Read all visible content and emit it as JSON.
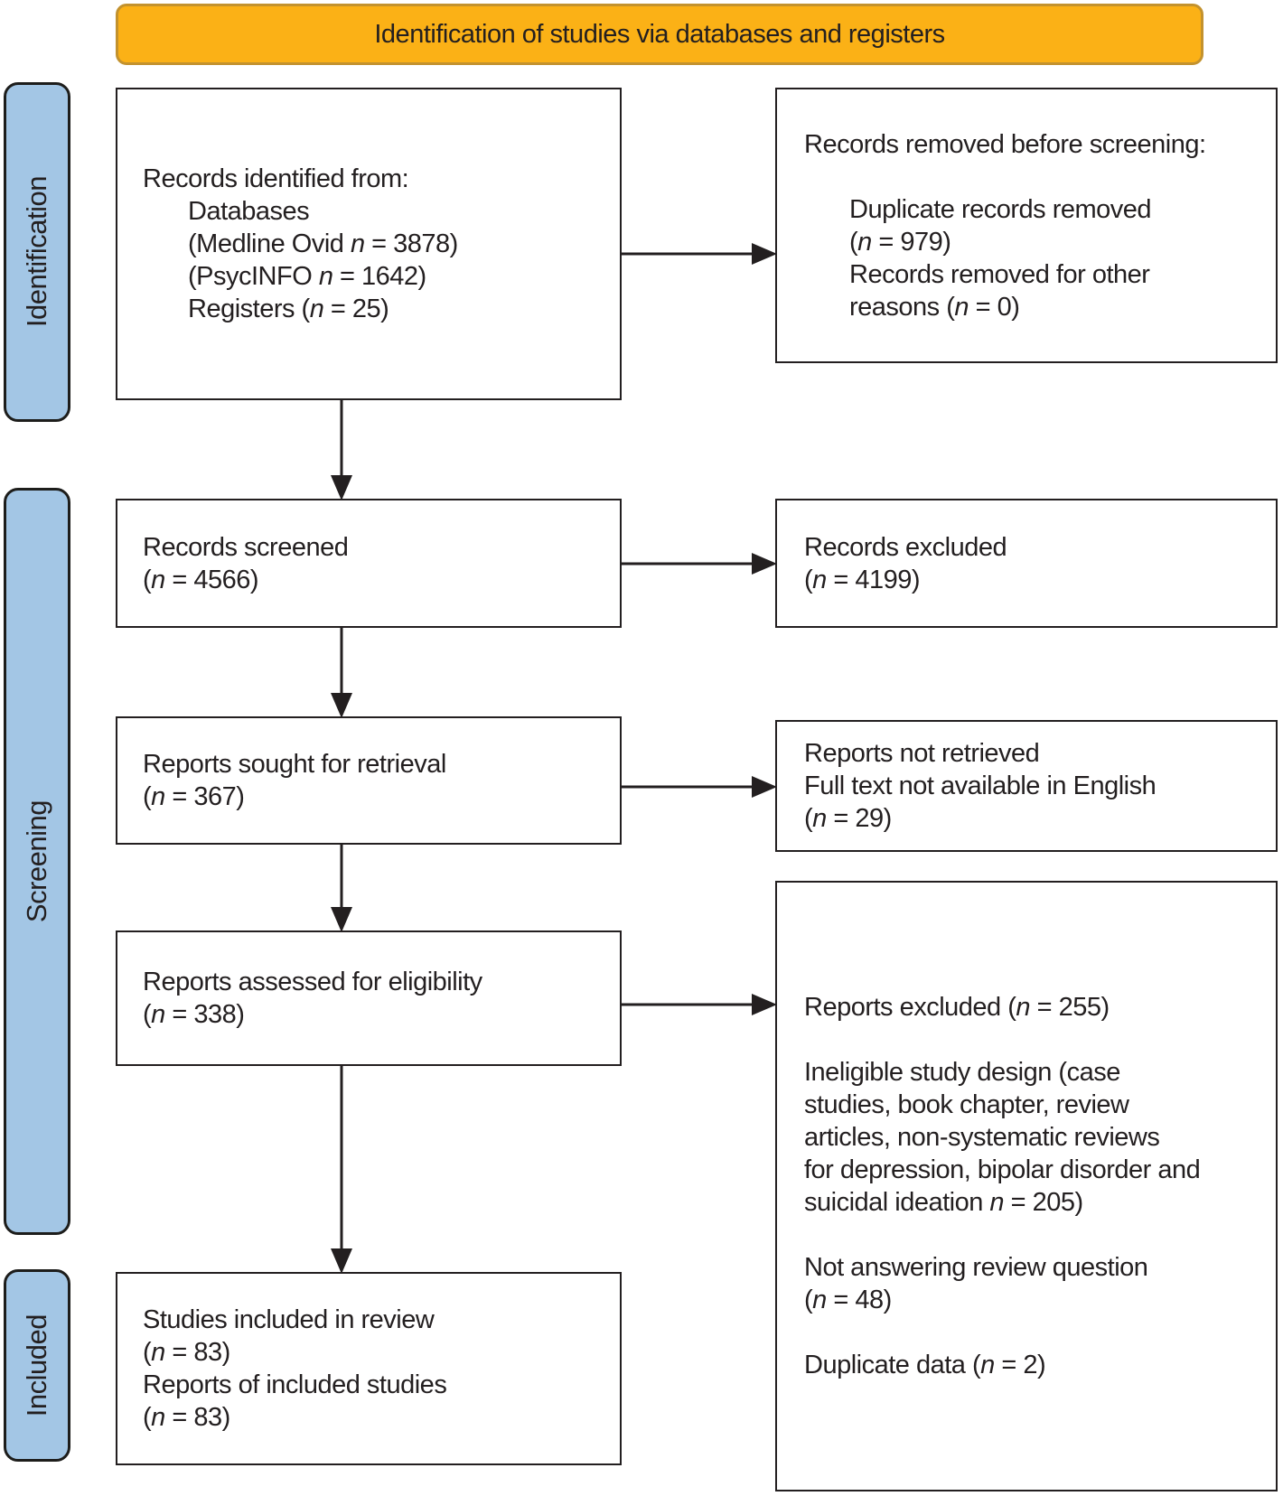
{
  "banner": {
    "title": "Identification of studies via databases and registers"
  },
  "stages": [
    {
      "label": "Identification"
    },
    {
      "label": "Screening"
    },
    {
      "label": "Included"
    }
  ],
  "boxes": {
    "records_identified": {
      "lines": [
        {
          "text": "Records identified from:"
        },
        {
          "text": "Databases",
          "indent": true
        },
        {
          "text": "(Medline Ovid *n* = 3878)",
          "indent": true
        },
        {
          "text": "(PsycINFO *n* = 1642)",
          "indent": true
        },
        {
          "text": "Registers (*n* = 25)",
          "indent": true
        }
      ]
    },
    "records_removed": {
      "lines": [
        {
          "text": "Records removed before screening:"
        },
        {
          "text": ""
        },
        {
          "text": "Duplicate records removed",
          "indent": true
        },
        {
          "text": "(*n* = 979)",
          "indent": true
        },
        {
          "text": "Records removed for other",
          "indent": true
        },
        {
          "text": "reasons (*n* = 0)",
          "indent": true
        }
      ]
    },
    "records_screened": {
      "lines": [
        {
          "text": "Records screened"
        },
        {
          "text": "(*n* = 4566)"
        }
      ]
    },
    "records_excluded": {
      "lines": [
        {
          "text": "Records excluded"
        },
        {
          "text": "(*n* = 4199)"
        }
      ]
    },
    "reports_sought": {
      "lines": [
        {
          "text": "Reports sought for retrieval"
        },
        {
          "text": "(*n* = 367)"
        }
      ]
    },
    "reports_not_retrieved": {
      "lines": [
        {
          "text": "Reports not retrieved"
        },
        {
          "text": "Full text not available in English"
        },
        {
          "text": "(*n* = 29)"
        }
      ]
    },
    "reports_assessed": {
      "lines": [
        {
          "text": "Reports assessed for eligibility"
        },
        {
          "text": "(*n* = 338)"
        }
      ]
    },
    "reports_excluded": {
      "lines": [
        {
          "text": "Reports excluded (*n* = 255)"
        },
        {
          "text": ""
        },
        {
          "text": "Ineligible study design (case"
        },
        {
          "text": "studies, book chapter, review"
        },
        {
          "text": "articles, non-systematic reviews"
        },
        {
          "text": "for depression, bipolar disorder and"
        },
        {
          "text": "suicidal ideation *n* = 205)"
        },
        {
          "text": ""
        },
        {
          "text": "Not answering review question"
        },
        {
          "text": "(*n* = 48)"
        },
        {
          "text": ""
        },
        {
          "text": "Duplicate data (*n* = 2)"
        }
      ]
    },
    "studies_included": {
      "lines": [
        {
          "text": "Studies included in review"
        },
        {
          "text": "(*n* = 83)"
        },
        {
          "text": "Reports of included studies"
        },
        {
          "text": "(*n* = 83)"
        }
      ]
    }
  },
  "colors": {
    "banner_fill": "#FBB116",
    "banner_border": "#C3922E",
    "stage_fill": "#A3C6E5",
    "stage_border": "#1D1D1B",
    "box_border": "#231F20",
    "arrow": "#231F20",
    "text": "#231F20",
    "background": "#FFFFFF"
  }
}
